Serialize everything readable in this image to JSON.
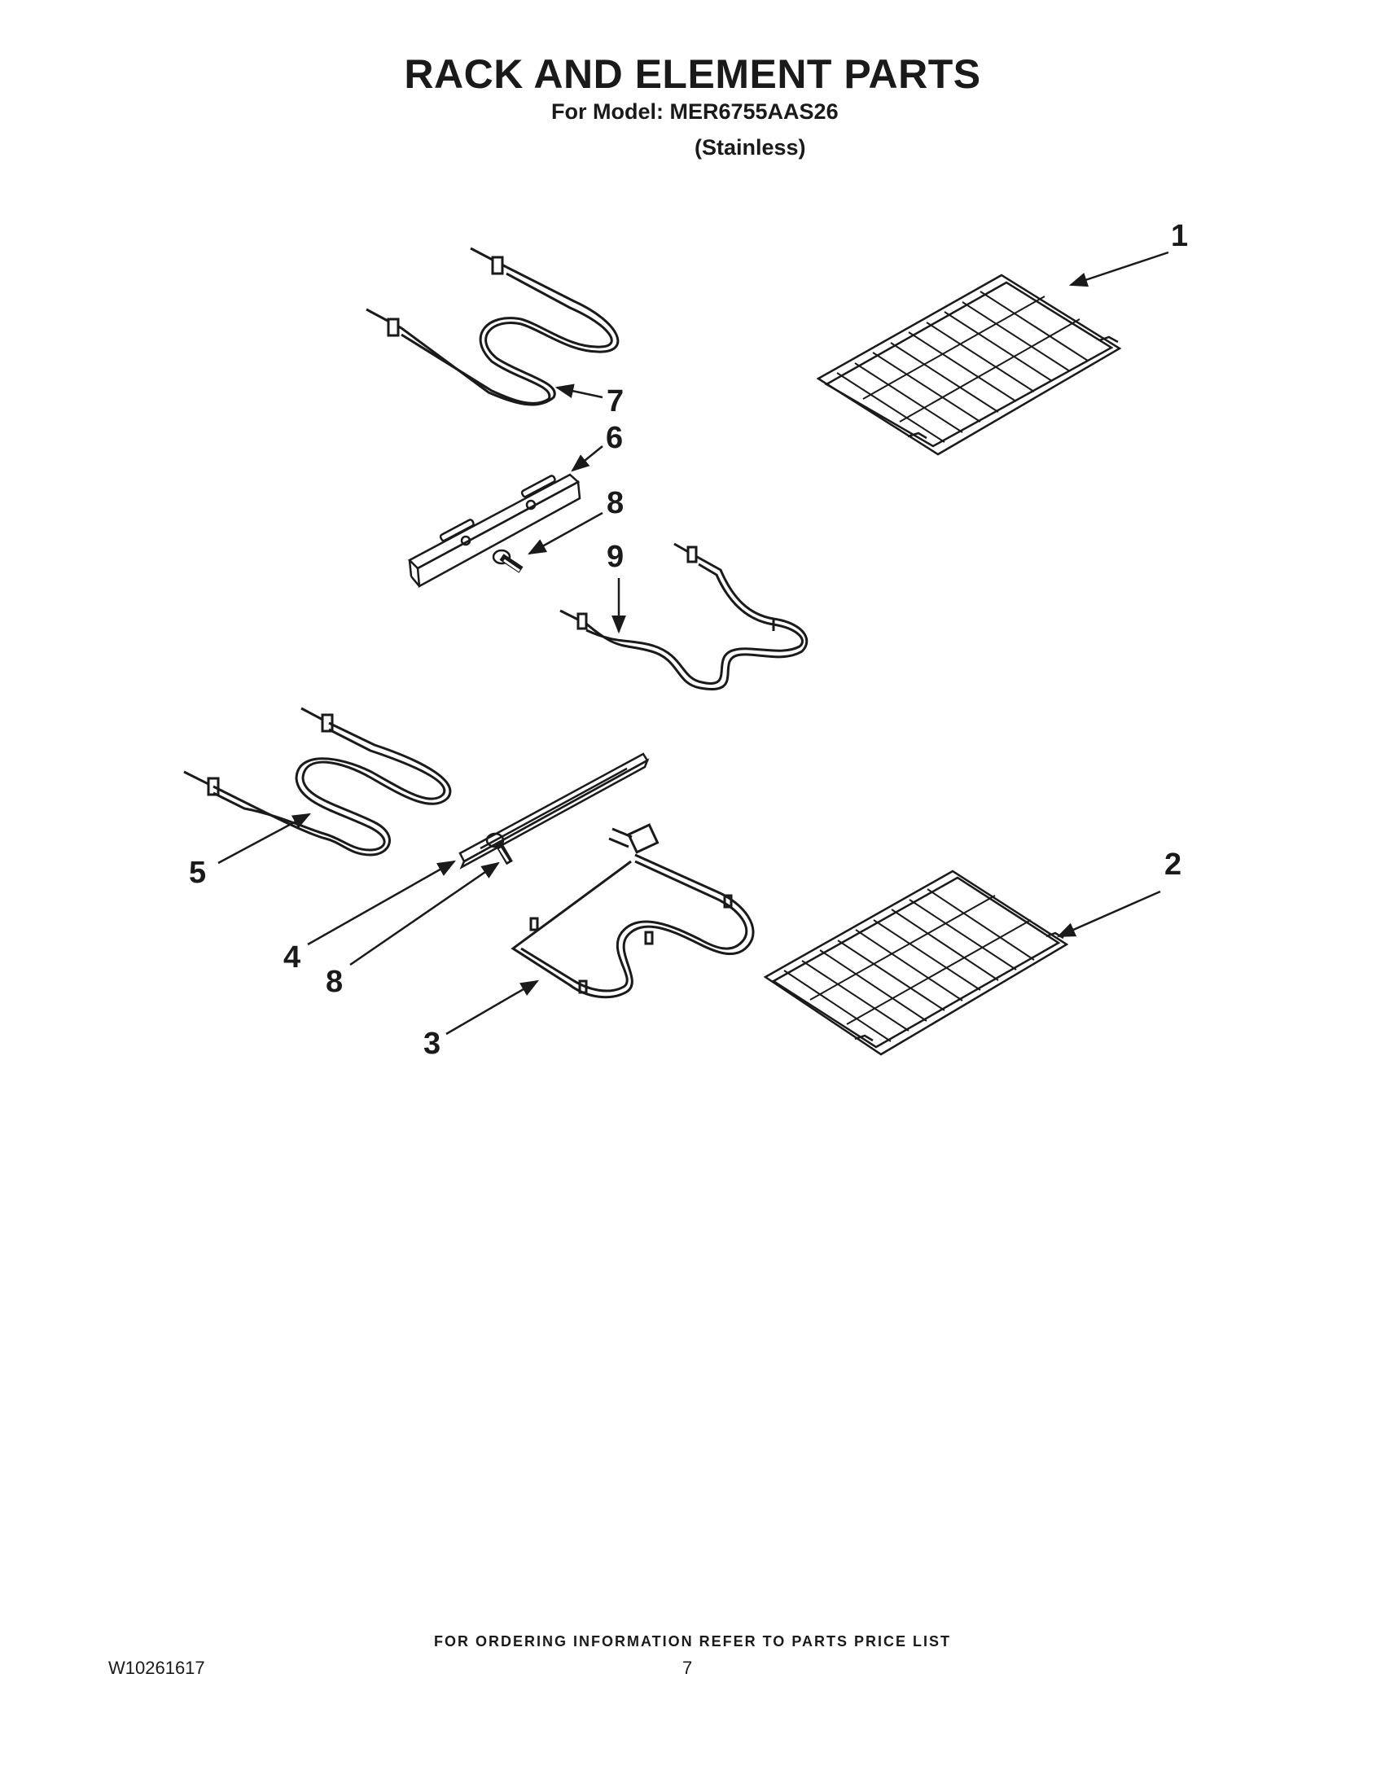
{
  "header": {
    "title": "RACK AND ELEMENT PARTS",
    "model_line": "For Model: MER6755AAS26",
    "variant": "(Stainless)"
  },
  "diagram": {
    "callouts": {
      "c1": "1",
      "c2": "2",
      "c3": "3",
      "c4": "4",
      "c5": "5",
      "c6": "6",
      "c7": "7",
      "c8a": "8",
      "c8b": "8",
      "c9": "9"
    }
  },
  "footer": {
    "ordering_note": "FOR ORDERING INFORMATION REFER TO PARTS PRICE LIST",
    "document_id": "W10261617",
    "page_number": "7"
  },
  "colors": {
    "ink": "#1a1a1a",
    "background": "#ffffff"
  }
}
